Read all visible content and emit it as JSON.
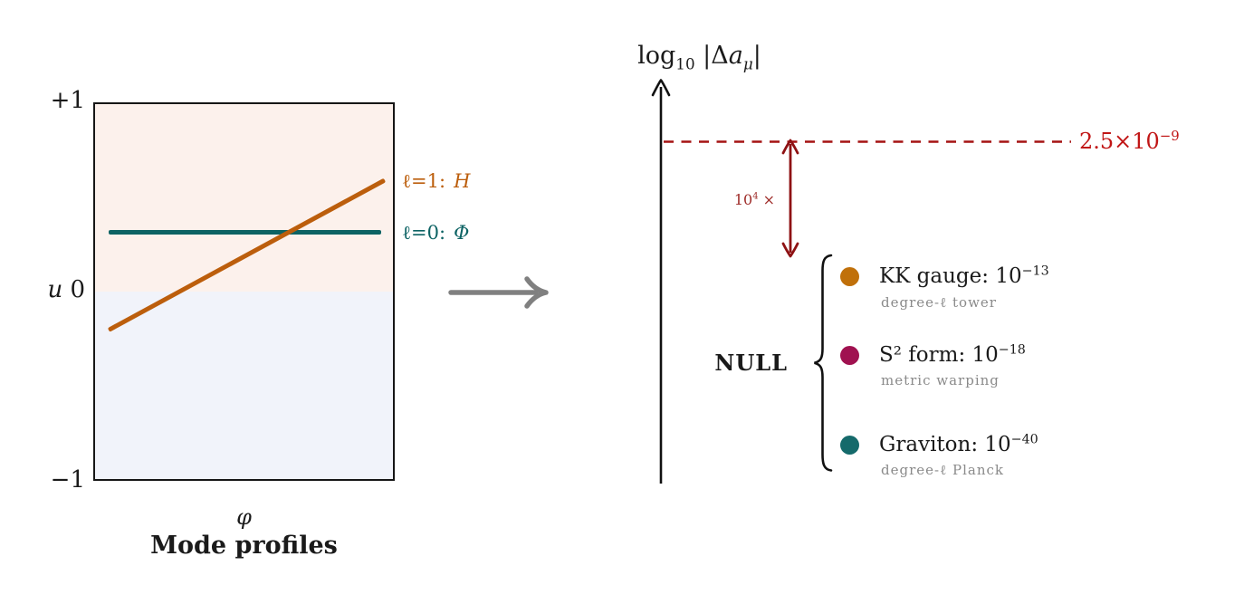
{
  "left_panel": {
    "axis": {
      "top_tick": "+1",
      "var": "u",
      "zero_tick": "0",
      "bottom_tick": "−1",
      "x_var": "φ"
    },
    "caption": "Mode profiles",
    "regions": {
      "upper_color": "#FCF1EC",
      "lower_color": "#F1F3FA"
    },
    "modes": [
      {
        "label": "ℓ=1:",
        "symbol": "H",
        "color": "#BC5E0C"
      },
      {
        "label": "ℓ=0:",
        "symbol": "Φ",
        "color": "#0D6364"
      }
    ]
  },
  "flow": {
    "arrow_color": "#808080"
  },
  "right_panel": {
    "axis_title": {
      "pre": "log",
      "sub": "10",
      "mid": " |Δ",
      "var": "a",
      "var_sub": "μ",
      "post": "|"
    },
    "axis_color": "#111111",
    "threshold": {
      "label_base": "2.5×10",
      "label_exp": "−9",
      "label_color": "#C11616",
      "line_color": "#A51313"
    },
    "multiplier": {
      "base": "10",
      "exp": "4",
      "suffix": "×",
      "label_color": "#9E2B28",
      "arrow_color": "#8E1113"
    },
    "group_label": "NULL",
    "items": [
      {
        "dot_color": "#C0700A",
        "label_base": "KK gauge: 10",
        "label_exp": "−13",
        "subtext": "degree-ℓ tower"
      },
      {
        "dot_color": "#A01150",
        "label_base": "S² form: 10",
        "label_exp": "−18",
        "subtext": "metric warping"
      },
      {
        "dot_color": "#156A6B",
        "label_base": "Graviton: 10",
        "label_exp": "−40",
        "subtext": "degree-ℓ Planck"
      }
    ]
  }
}
